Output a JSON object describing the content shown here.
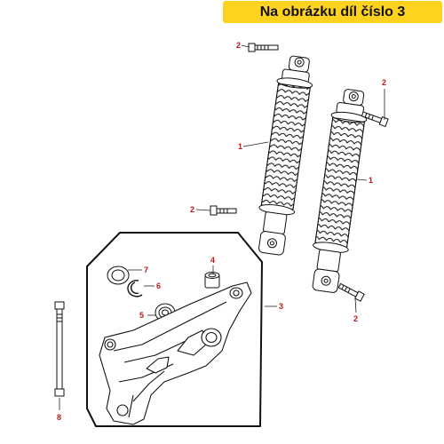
{
  "banner": {
    "text": "Na obrázku díl číslo 3",
    "color": "#ffd21f"
  },
  "callouts": {
    "shock_left": "1",
    "shock_right": "1",
    "bolt_top_left": "2",
    "bolt_top_right": "2",
    "bolt_middle": "2",
    "bolt_bottom_right": "2",
    "swingarm": "3",
    "bushing": "4",
    "bearing": "5",
    "circlip": "6",
    "seal": "7",
    "axle_bolt": "8"
  },
  "colors": {
    "callout_text": "#c01818",
    "leader_line": "#222222",
    "outline": "#111111"
  },
  "icons": [
    "shock-absorber-icon",
    "bolt-icon",
    "swing-arm-icon",
    "bushing-icon",
    "bearing-icon",
    "circlip-icon",
    "oil-seal-icon"
  ]
}
